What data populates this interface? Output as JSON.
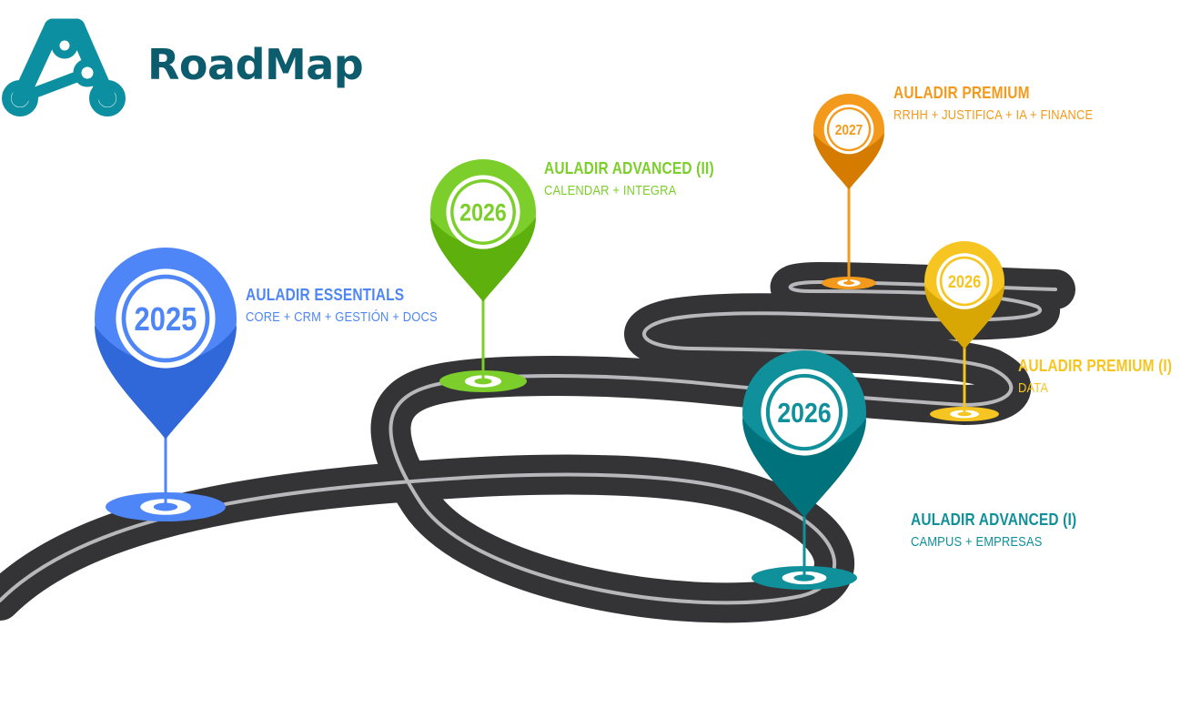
{
  "brand": {
    "name": "RoadMap",
    "color": "#0c5c6e"
  },
  "icon": "roadmap-logo-icon",
  "milestones": [
    {
      "year": "2025",
      "title": "AULADIR ESSENTIALS",
      "modules": "CORE + CRM + GESTIÓN + DOCS",
      "color": "#4f86f7"
    },
    {
      "year": "2026",
      "title": "AULADIR ADVANCED (II)",
      "modules": "CALENDAR + INTEGRA",
      "color": "#7ccf2a"
    },
    {
      "year": "2026",
      "title": "AULADIR ADVANCED (I)",
      "modules": "CAMPUS + EMPRESAS",
      "color": "#10909a"
    },
    {
      "year": "2026",
      "title": "AULADIR PREMIUM (I)",
      "modules": "DATA",
      "color": "#f6c521"
    },
    {
      "year": "2027",
      "title": "AULADIR PREMIUM",
      "modules": "RRHH + JUSTIFICA + IA + FINANCE",
      "color": "#f39a1c"
    }
  ]
}
